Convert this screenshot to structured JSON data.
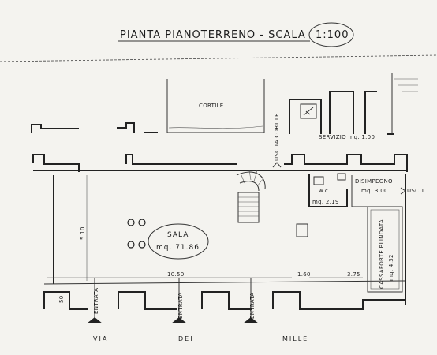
{
  "title": "PIANTA PIANOTERRENO - SCALA",
  "scale": "1:100",
  "rooms": {
    "cortile": "CORTILE",
    "sala_name": "SALA",
    "sala_area": "mq. 71.86",
    "servizio": "SERVIZIO mq. 1.00",
    "wc": "w.c.",
    "wc_area": "mq. 2.19",
    "disimpegno": "DISIMPEGNO",
    "disimpegno_area": "mq. 3.00",
    "cassaforte": "CASSAFORTE BLINDATA",
    "cassaforte_area": "mq. 4.32"
  },
  "exits": {
    "uscita_cortile": "USCITA CORTILE",
    "uscita": "USCIT"
  },
  "entrances": [
    "ENTRATA",
    "ENTRATA",
    "ENTRATA"
  ],
  "dimensions": {
    "width_main": "10.50",
    "width_mid": "1.60",
    "width_right": "3.75",
    "depth": "5.10",
    "bottom": "50"
  },
  "street": [
    "VIA",
    "DEI",
    "MILLE"
  ]
}
